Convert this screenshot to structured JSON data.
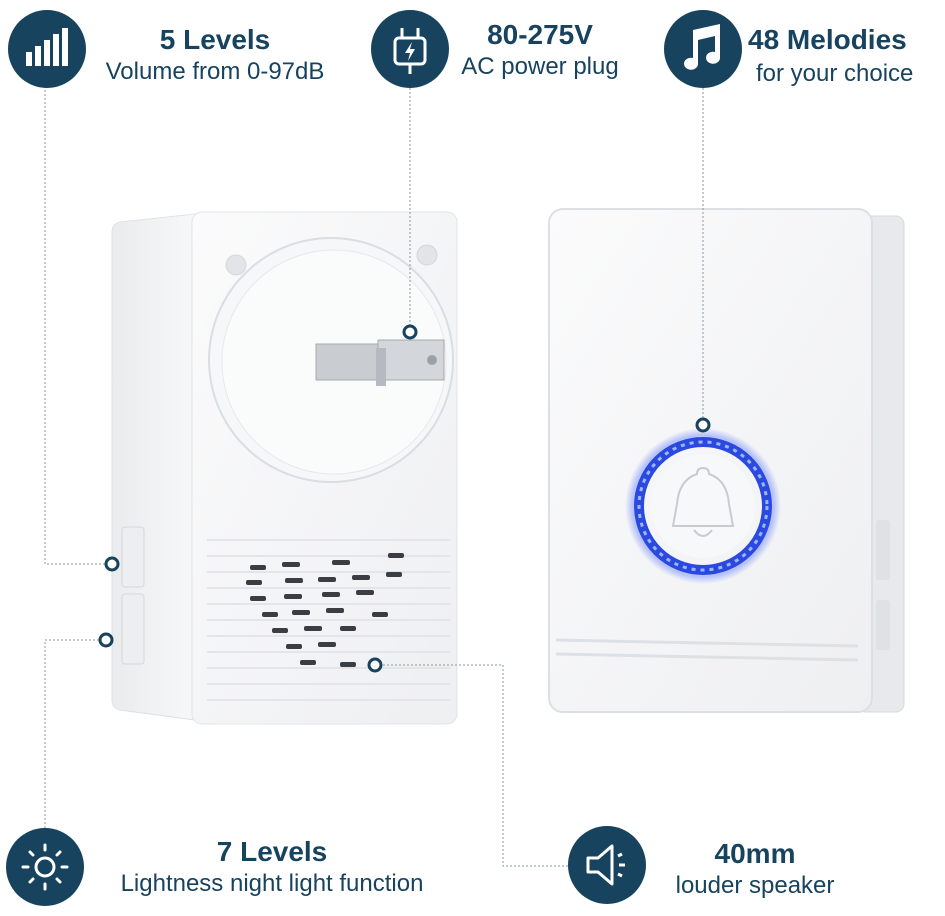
{
  "features": {
    "volume": {
      "title": "5 Levels",
      "subtitle": "Volume from 0-97dB",
      "icon": "volume-bars-icon"
    },
    "power": {
      "title": "80-275V",
      "subtitle": "AC power plug",
      "icon": "power-plug-icon"
    },
    "melodies": {
      "title": "48 Melodies",
      "subtitle": "for your choice",
      "icon": "music-note-icon"
    },
    "light": {
      "title": "7 Levels",
      "subtitle": "Lightness night light function",
      "icon": "sun-light-icon"
    },
    "speaker": {
      "title": "40mm",
      "subtitle": "louder speaker",
      "icon": "speaker-icon"
    }
  },
  "colors": {
    "brand": "#17435f",
    "device": "#f4f5f6",
    "ring": "#2a49e0"
  }
}
